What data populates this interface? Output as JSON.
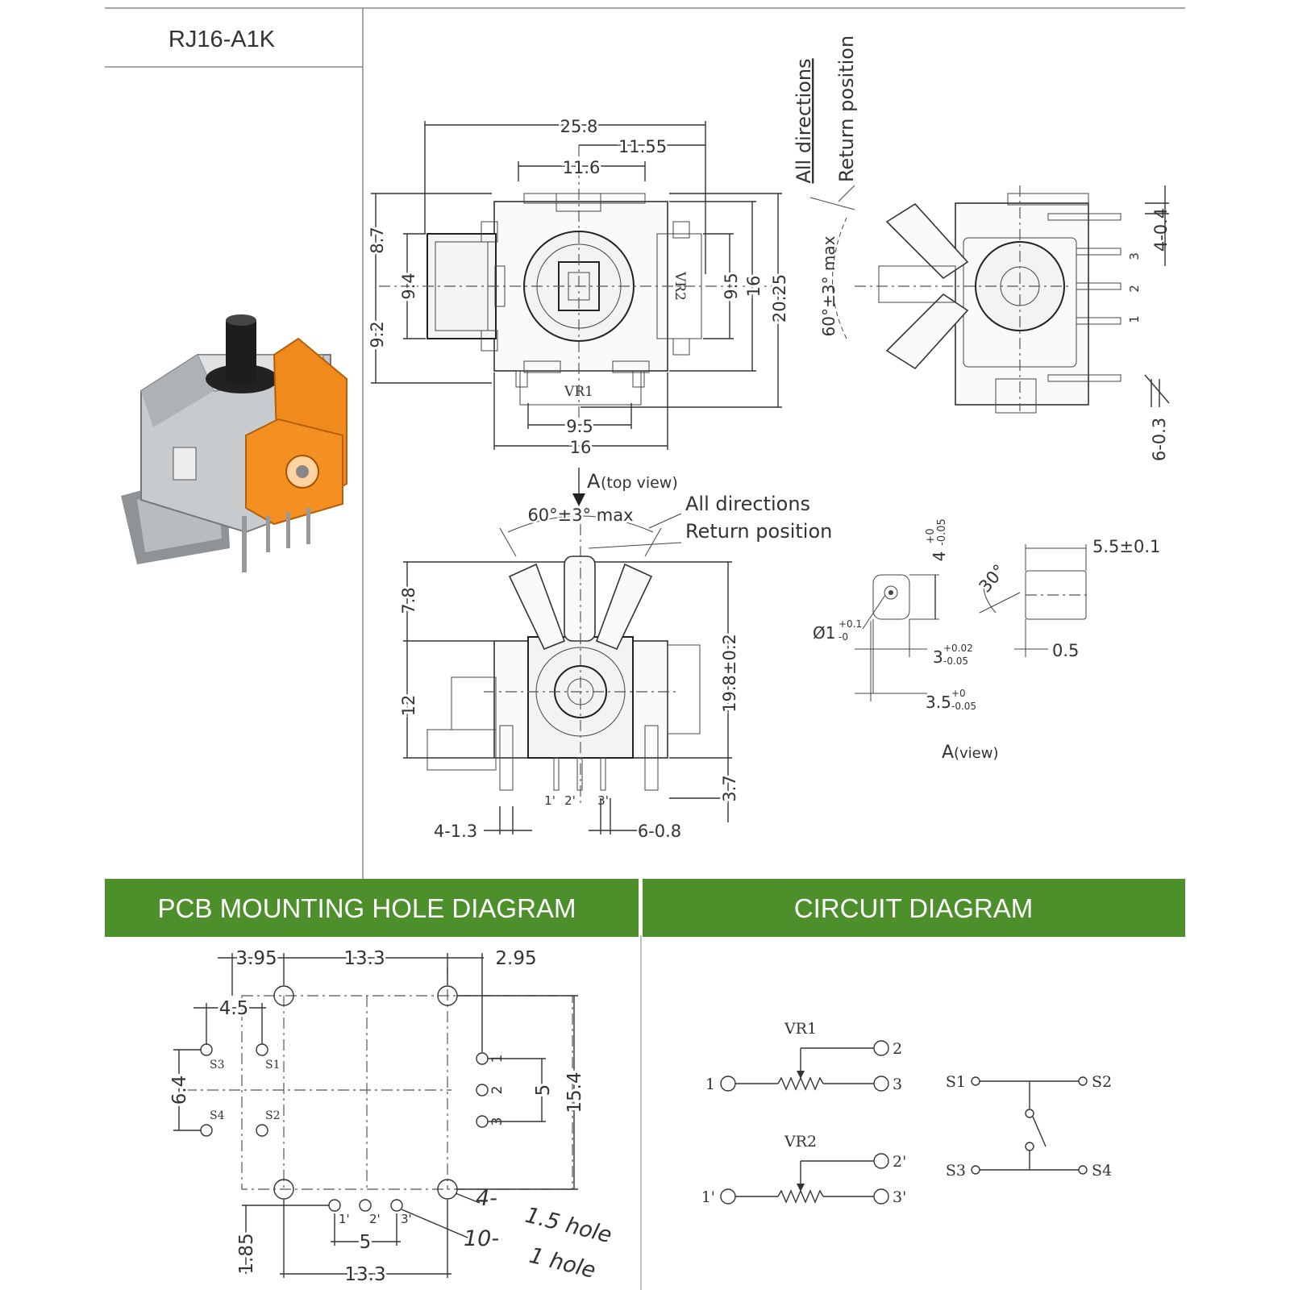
{
  "model": "RJ16-A1K",
  "top_view": {
    "dims": {
      "overall_width": "25.8",
      "offset_right": "11.55",
      "shaft_width": "11.6",
      "height_upper": "8.7",
      "height_lower": "9.2",
      "left_tab": "9.4",
      "right_tab": "9.5",
      "body_height": "16",
      "overall_height": "20.25",
      "bottom_tab": "9.5",
      "body_width": "16"
    },
    "labels": {
      "vr1": "VR1",
      "vr2": "VR2"
    }
  },
  "side_view": {
    "all_directions": "All directions",
    "return_position": "Return position",
    "angle": "60°±3° max",
    "dim_top": "4-0.4",
    "dim_bottom": "6-0.3",
    "pins": [
      "1",
      "2",
      "3"
    ]
  },
  "front_view": {
    "arrow_label": "A",
    "arrow_note": "(top view)",
    "angle": "60°±3° max",
    "all_directions": "All directions",
    "return_position": "Return position",
    "dim_shaft": "7.8",
    "dim_body": "12",
    "dim_total": "19.8±0.2",
    "dim_pin": "3.7",
    "dim_left_pins": "4-1.3",
    "dim_right_pins": "6-0.8",
    "pins": [
      "1'",
      "2'",
      "3'"
    ]
  },
  "a_view": {
    "dim_width": "4",
    "dim_width_tol_up": "+0",
    "dim_width_tol_down": "-0.05",
    "hole_prefix": "Ø1",
    "hole_tol_up": "+0.1",
    "hole_tol_down": "-0",
    "dim_inner": "3",
    "dim_inner_tol_up": "+0.02",
    "dim_inner_tol_down": "-0.05",
    "dim_outer": "3.5",
    "dim_outer_tol_up": "+0",
    "dim_outer_tol_down": "-0.05",
    "angle": "30°",
    "dim_len": "5.5±0.1",
    "dim_chamfer": "0.5",
    "title_main": "A",
    "title_sub": "(view)"
  },
  "pcb": {
    "title": "PCB MOUNTING HOLE DIAGRAM",
    "dims": {
      "d1": "3.95",
      "d2": "13.3",
      "d3": "2.95",
      "d4": "4.5",
      "d5": "6.4",
      "d6": "5",
      "d7": "15.4",
      "d8": "1.85",
      "d9": "5",
      "d10": "13.3"
    },
    "switch_labels": [
      "S3",
      "S1",
      "S4",
      "S2"
    ],
    "pins_right": [
      "1",
      "2",
      "3"
    ],
    "pins_bottom": [
      "1'",
      "2'",
      "3'"
    ],
    "note_big_count": "4-",
    "note_big": "1.5 hole",
    "note_small_count": "10-",
    "note_small": "1 hole"
  },
  "circuit": {
    "title": "CIRCUIT DIAGRAM",
    "vr1": {
      "name": "VR1",
      "pins": [
        "1",
        "2",
        "3"
      ]
    },
    "vr2": {
      "name": "VR2",
      "pins": [
        "1'",
        "2'",
        "3'"
      ]
    },
    "switch": [
      "S1",
      "S2",
      "S3",
      "S4"
    ]
  }
}
